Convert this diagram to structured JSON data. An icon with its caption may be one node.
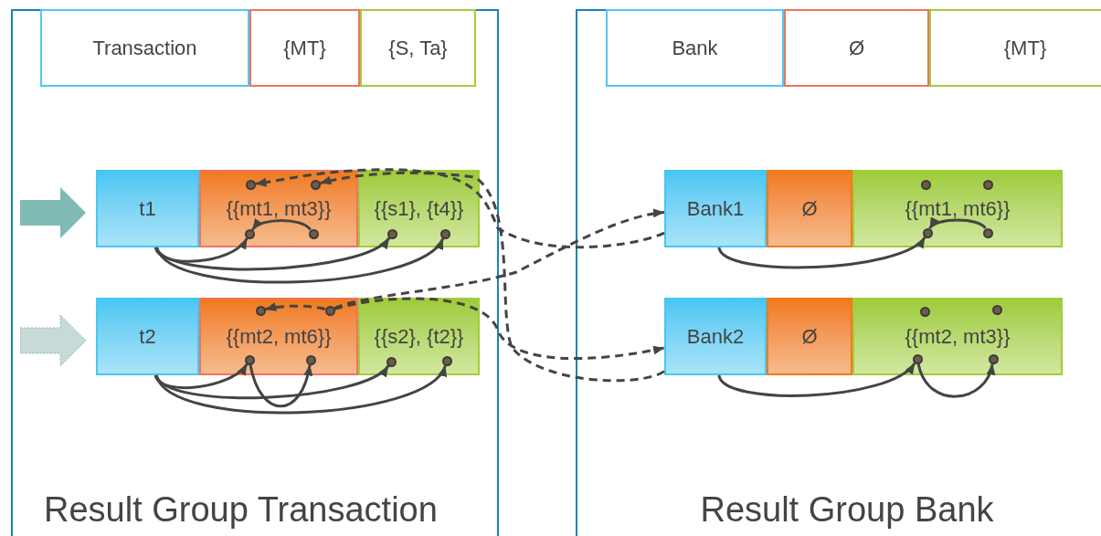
{
  "diagram": {
    "nodes": [
      {
        "text": [
          "Result Group Transaction"
        ]
      },
      {
        "text": [
          "Transaction"
        ],
        "in": 0
      },
      {
        "text": [
          "{MT}"
        ],
        "in": 0
      },
      {
        "text": [
          "{S, Ta}"
        ],
        "in": 0
      },
      {
        "text": [],
        "shape": "arrow",
        "in": 0
      },
      {
        "text": [],
        "shape": "arrow",
        "in": 0
      },
      {
        "text": [
          "t1"
        ],
        "in": 0
      },
      {
        "text": [
          "{{mt1, mt3}}"
        ],
        "in": 0
      },
      {
        "text": [
          "{{s1}, {t4}}"
        ],
        "in": 0
      },
      {
        "text": [
          "t2"
        ],
        "in": 0
      },
      {
        "text": [
          "{{mt2, mt6}}"
        ],
        "in": 0
      },
      {
        "text": [
          "{{s2}, {t2}}"
        ],
        "in": 0
      },
      {
        "text": [
          "Result Group Bank"
        ]
      },
      {
        "text": [
          "Bank"
        ],
        "in": 12
      },
      {
        "text": [
          "Ø"
        ],
        "in": 12
      },
      {
        "text": [
          "{MT}"
        ],
        "in": 12
      },
      {
        "text": [
          "Bank1"
        ],
        "in": 12
      },
      {
        "text": [
          "Ø"
        ],
        "in": 12
      },
      {
        "text": [
          "{{mt1, mt6}}"
        ],
        "in": 12
      },
      {
        "text": [
          "Bank2"
        ],
        "in": 12
      },
      {
        "text": [
          "Ø"
        ],
        "in": 12
      },
      {
        "text": [
          "{{mt2, mt3}}"
        ],
        "in": 12
      },
      {
        "text": [],
        "shape": "circle",
        "in": 7
      },
      {
        "text": [],
        "shape": "circle",
        "in": 7
      },
      {
        "text": [],
        "shape": "circle",
        "in": 7
      },
      {
        "text": [],
        "shape": "circle",
        "in": 7
      },
      {
        "text": [],
        "shape": "circle",
        "in": 8
      },
      {
        "text": [],
        "shape": "circle",
        "in": 8
      },
      {
        "text": [],
        "shape": "circle",
        "in": 10
      },
      {
        "text": [],
        "shape": "circle",
        "in": 10
      },
      {
        "text": [],
        "shape": "circle",
        "in": 10
      },
      {
        "text": [],
        "shape": "circle",
        "in": 10
      },
      {
        "text": [],
        "shape": "circle",
        "in": 11
      },
      {
        "text": [],
        "shape": "circle",
        "in": 11
      },
      {
        "text": [],
        "shape": "circle",
        "in": 18
      },
      {
        "text": [],
        "shape": "circle",
        "in": 18
      },
      {
        "text": [],
        "shape": "circle",
        "in": 18
      },
      {
        "text": [],
        "shape": "circle",
        "in": 18
      },
      {
        "text": [],
        "shape": "circle",
        "in": 21
      },
      {
        "text": [],
        "shape": "circle",
        "in": 21
      },
      {
        "text": [],
        "shape": "circle",
        "in": 21
      },
      {
        "text": [],
        "shape": "circle",
        "in": 21
      }
    ],
    "edges": [
      {
        "from": 6,
        "to": 24,
        "arrow": "to"
      },
      {
        "from": 6,
        "to": 26,
        "arrow": "to"
      },
      {
        "from": 6,
        "to": 27,
        "arrow": "to"
      },
      {
        "from": 25,
        "to": 24,
        "arrow": "to"
      },
      {
        "from": 9,
        "to": 30,
        "arrow": "to"
      },
      {
        "from": 9,
        "to": 32,
        "arrow": "to"
      },
      {
        "from": 9,
        "to": 33,
        "arrow": "to"
      },
      {
        "from": 30,
        "to": 31,
        "arrow": "to"
      },
      {
        "from": 16,
        "to": 36,
        "arrow": "to"
      },
      {
        "from": 37,
        "to": 36,
        "arrow": "to"
      },
      {
        "from": 19,
        "to": 40,
        "arrow": "to"
      },
      {
        "from": 40,
        "to": 41,
        "arrow": "to"
      },
      {
        "from": 16,
        "to": 22,
        "arrow": "to",
        "style": "dashed"
      },
      {
        "from": 19,
        "to": 23,
        "arrow": "to",
        "style": "dashed"
      },
      {
        "from": 29,
        "to": 28,
        "arrow": "to",
        "style": "dashed"
      },
      {
        "from": 29,
        "to": 16,
        "arrow": "to",
        "style": "dashed"
      },
      {
        "from": 29,
        "to": 19,
        "arrow": "to",
        "style": "dashed"
      }
    ]
  }
}
